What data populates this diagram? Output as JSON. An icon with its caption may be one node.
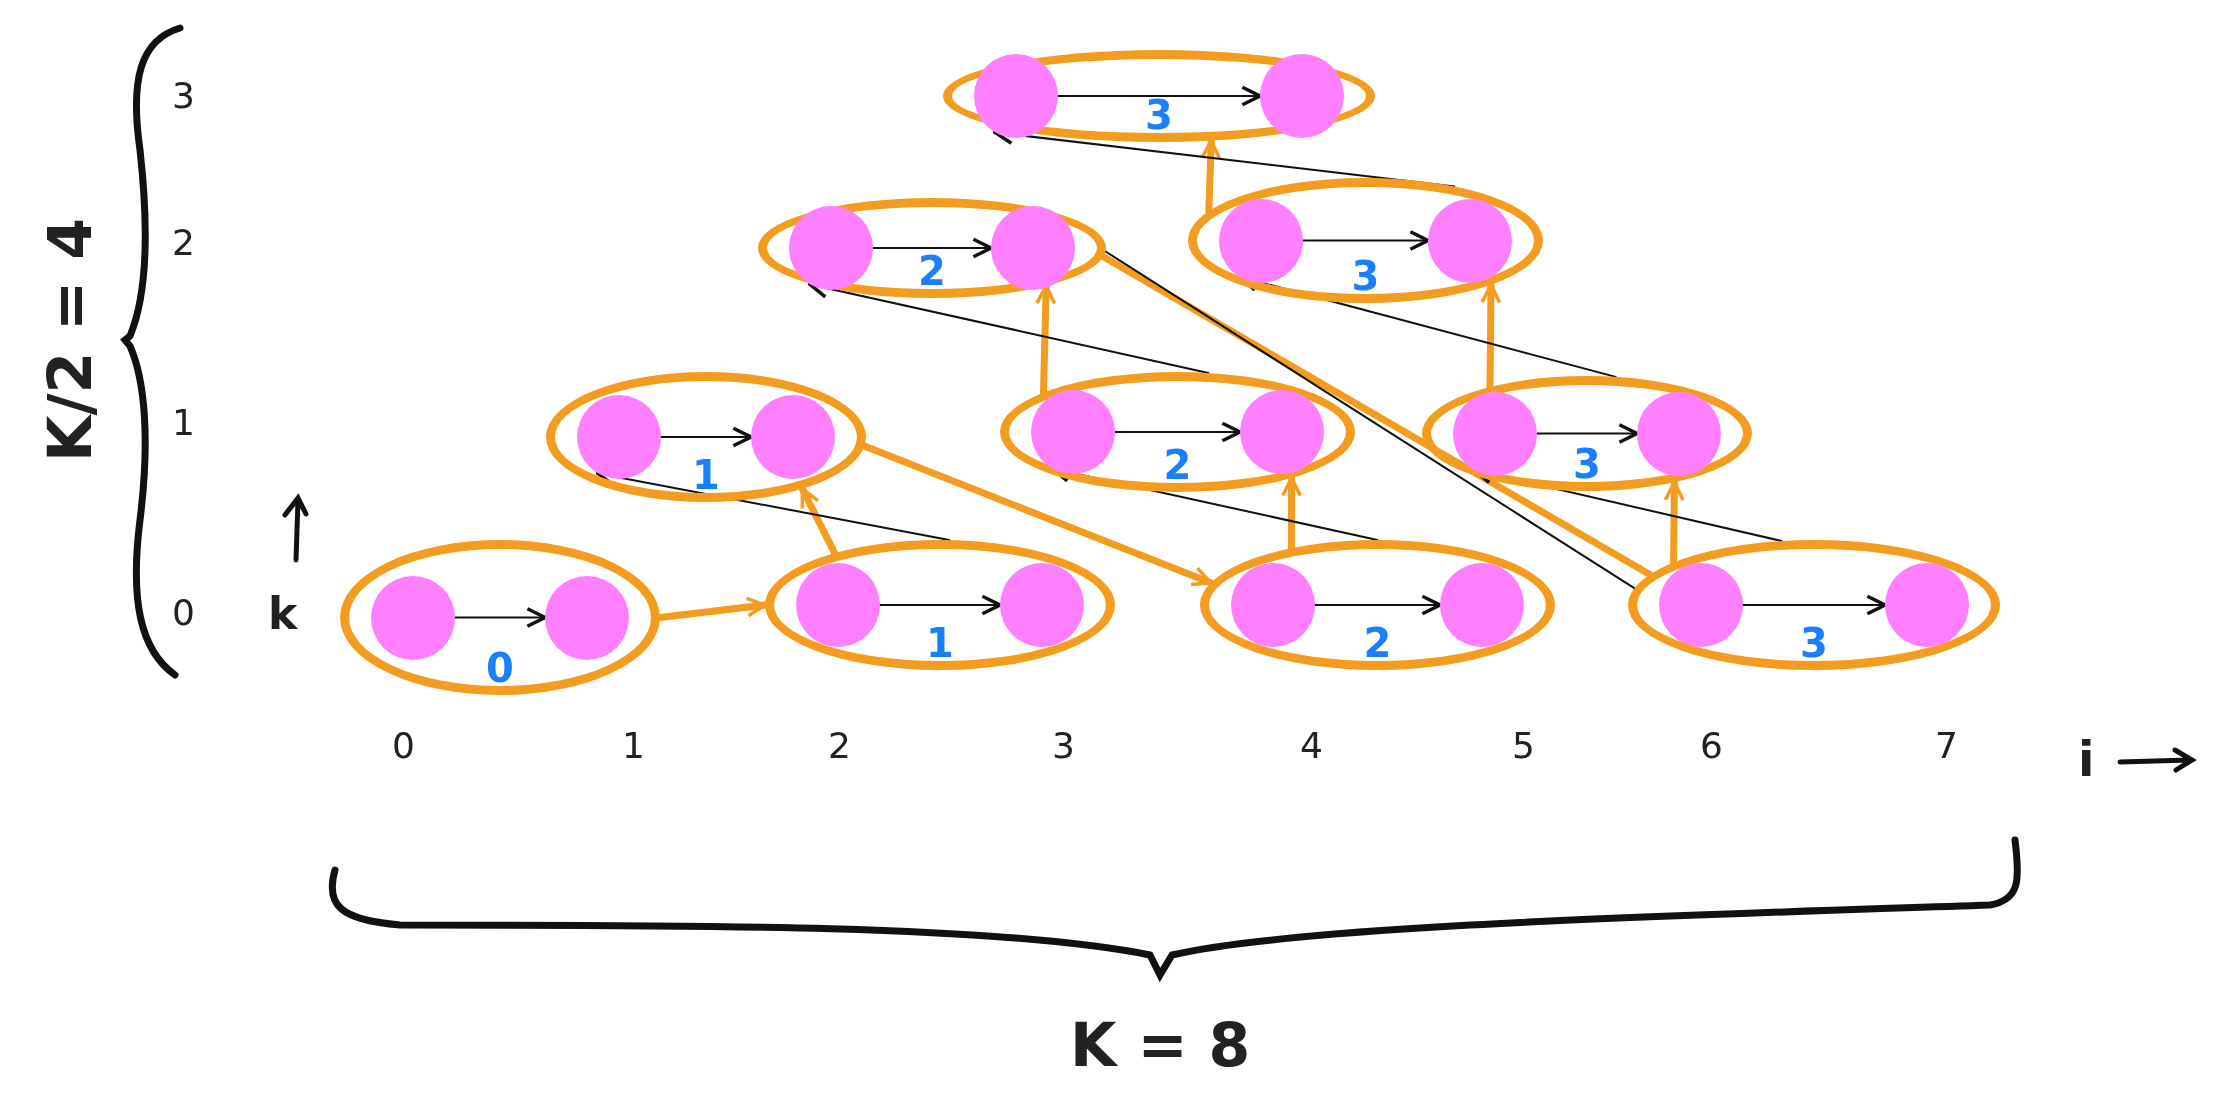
{
  "diagram": {
    "nodes": [
      {
        "text": [
          "3"
        ]
      },
      {
        "text": [],
        "shape": "circle",
        "in": 0
      },
      {
        "text": [],
        "shape": "circle",
        "in": 0
      },
      {
        "text": [
          "2"
        ]
      },
      {
        "text": [],
        "shape": "circle",
        "in": 3
      },
      {
        "text": [],
        "shape": "circle",
        "in": 3
      },
      {
        "text": [
          "3"
        ]
      },
      {
        "text": [],
        "shape": "circle",
        "in": 6
      },
      {
        "text": [],
        "shape": "circle",
        "in": 6
      },
      {
        "text": [
          "1"
        ]
      },
      {
        "text": [],
        "shape": "circle",
        "in": 9
      },
      {
        "text": [],
        "shape": "circle",
        "in": 9
      },
      {
        "text": [
          "2"
        ]
      },
      {
        "text": [],
        "shape": "circle",
        "in": 12
      },
      {
        "text": [],
        "shape": "circle",
        "in": 12
      },
      {
        "text": [
          "3"
        ]
      },
      {
        "text": [],
        "shape": "circle",
        "in": 15
      },
      {
        "text": [],
        "shape": "circle",
        "in": 15
      },
      {
        "text": [
          "0"
        ]
      },
      {
        "text": [],
        "shape": "circle",
        "in": 18
      },
      {
        "text": [],
        "shape": "circle",
        "in": 18
      },
      {
        "text": [
          "1"
        ]
      },
      {
        "text": [],
        "shape": "circle",
        "in": 21
      },
      {
        "text": [],
        "shape": "circle",
        "in": 21
      },
      {
        "text": [
          "2"
        ]
      },
      {
        "text": [],
        "shape": "circle",
        "in": 24
      },
      {
        "text": [],
        "shape": "circle",
        "in": 24
      },
      {
        "text": [
          "3"
        ]
      },
      {
        "text": [],
        "shape": "circle",
        "in": 27
      },
      {
        "text": [],
        "shape": "circle",
        "in": 27
      }
    ],
    "edges": [
      {
        "from": 1,
        "to": 2,
        "arrow": "to"
      },
      {
        "from": 4,
        "to": 5,
        "arrow": "to"
      },
      {
        "from": 7,
        "to": 8,
        "arrow": "to"
      },
      {
        "from": 10,
        "to": 11,
        "arrow": "to"
      },
      {
        "from": 13,
        "to": 14,
        "arrow": "to"
      },
      {
        "from": 16,
        "to": 17,
        "arrow": "to"
      },
      {
        "from": 19,
        "to": 20,
        "arrow": "to"
      },
      {
        "from": 22,
        "to": 23,
        "arrow": "to"
      },
      {
        "from": 25,
        "to": 26,
        "arrow": "to"
      },
      {
        "from": 28,
        "to": 29,
        "arrow": "to"
      },
      {
        "from": 18,
        "to": 21,
        "arrow": "to",
        "style": "thick",
        "color": "#f39c1f"
      },
      {
        "from": 21,
        "to": 9,
        "arrow": "to",
        "style": "thick",
        "color": "#f39c1f"
      },
      {
        "from": 24,
        "to": 12,
        "arrow": "to",
        "style": "thick",
        "color": "#f39c1f"
      },
      {
        "from": 27,
        "to": 15,
        "arrow": "to",
        "style": "thick",
        "color": "#f39c1f"
      },
      {
        "from": 9,
        "to": 24,
        "arrow": "to",
        "style": "thick",
        "color": "#f39c1f"
      },
      {
        "from": 12,
        "to": 3,
        "arrow": "to",
        "style": "thick",
        "color": "#f39c1f"
      },
      {
        "from": 15,
        "to": 6,
        "arrow": "to",
        "style": "thick",
        "color": "#f39c1f"
      },
      {
        "from": 6,
        "to": 0,
        "arrow": "to",
        "style": "thick",
        "color": "#f39c1f"
      },
      {
        "from": 3,
        "to": 27,
        "arrow": "none",
        "style": "thick",
        "color": "#f39c1f"
      },
      {
        "from": 21,
        "to": 10,
        "arrow": "to"
      },
      {
        "from": 24,
        "to": 13,
        "arrow": "to"
      },
      {
        "from": 27,
        "to": 16,
        "arrow": "to"
      },
      {
        "from": 12,
        "to": 4,
        "arrow": "to"
      },
      {
        "from": 15,
        "to": 7,
        "arrow": "to"
      },
      {
        "from": 6,
        "to": 1,
        "arrow": "to"
      },
      {
        "from": 3,
        "to": 27,
        "arrow": "none"
      }
    ],
    "labels": [
      "3",
      "2",
      "K/2 = 4",
      "1",
      "0",
      "k",
      "0",
      "1",
      "2",
      "3",
      "4",
      "5",
      "6",
      "7",
      "i",
      "K = 8"
    ]
  }
}
